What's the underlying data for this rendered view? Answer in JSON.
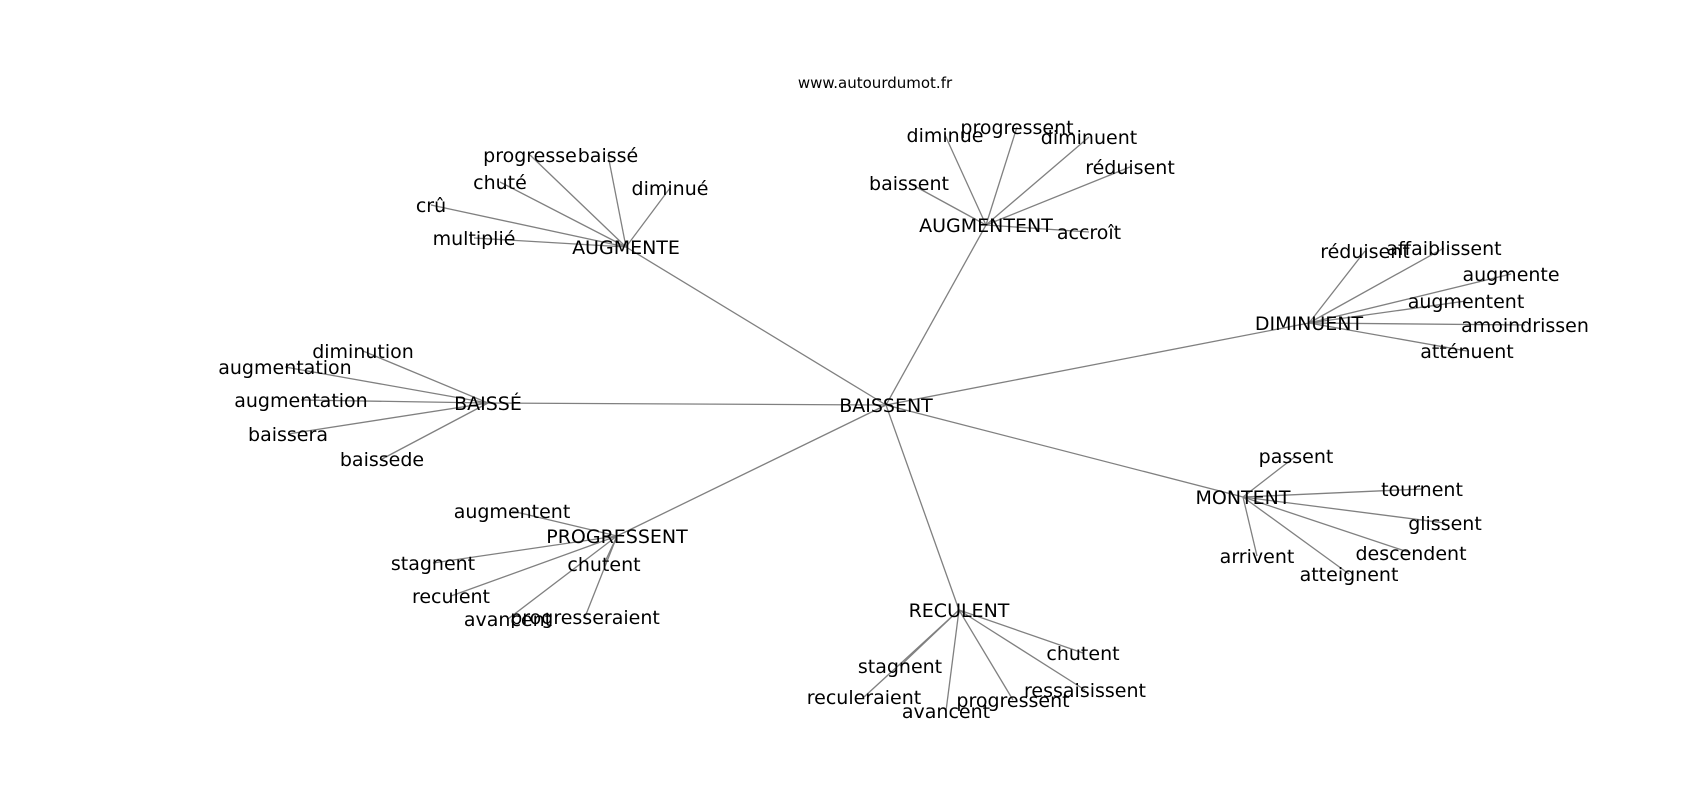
{
  "site_label": "www.autourdumot.fr",
  "center": "BAISSENT",
  "colors": {
    "edge": "#808080",
    "text": "#000000",
    "background": "#ffffff"
  },
  "clusters": [
    {
      "hub": "AUGMENTE",
      "leaves": [
        "progresse",
        "baissé",
        "chuté",
        "diminué",
        "crû",
        "multiplié"
      ]
    },
    {
      "hub": "AUGMENTENT",
      "leaves": [
        "diminue",
        "progressent",
        "diminuent",
        "baissent",
        "réduisent",
        "accroît"
      ]
    },
    {
      "hub": "DIMINUENT",
      "leaves": [
        "réduisent",
        "affaiblissent",
        "augmente",
        "augmentent",
        "amoindrissen",
        "atténuent"
      ]
    },
    {
      "hub": "BAISSÉ",
      "leaves": [
        "diminution",
        "augmentation",
        "augmentation",
        "baissera",
        "baissede"
      ]
    },
    {
      "hub": "MONTENT",
      "leaves": [
        "passent",
        "tournent",
        "glissent",
        "descendent",
        "arrivent",
        "atteignent"
      ]
    },
    {
      "hub": "PROGRESSENT",
      "leaves": [
        "augmentent",
        "stagnent",
        "chutent",
        "reculent",
        "avancent",
        "progresseraient"
      ]
    },
    {
      "hub": "RECULENT",
      "leaves": [
        "chutent",
        "stagnent",
        "ressaisissent",
        "reculeraient",
        "progressent",
        "avancent"
      ]
    }
  ]
}
